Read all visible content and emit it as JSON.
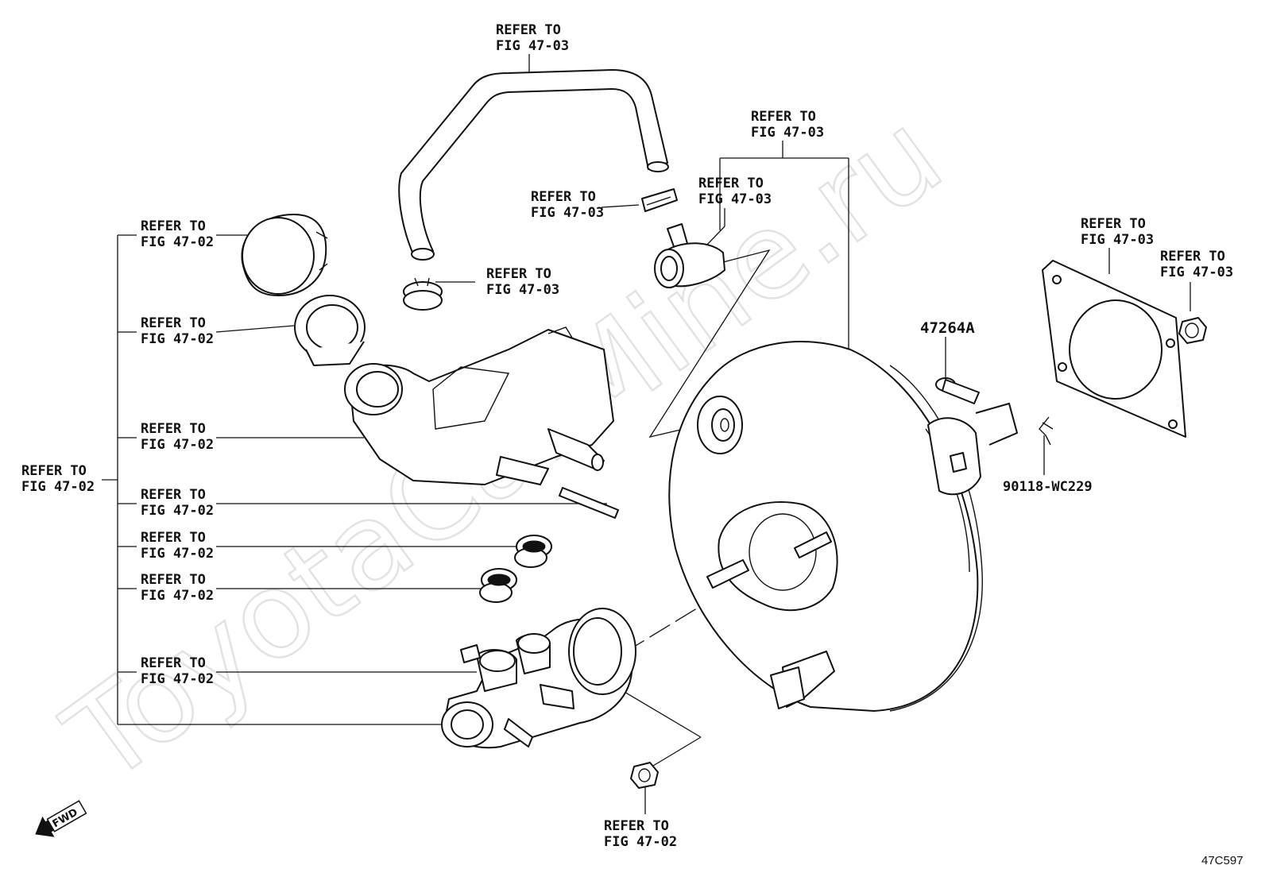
{
  "watermark": "ToyotaCarMine.ru",
  "figure_id": "47C597",
  "fwd_label": "FWD",
  "callouts": {
    "hose_top": {
      "line1": "REFER TO",
      "line2": "FIG 47-03"
    },
    "clip": {
      "line1": "REFER TO",
      "line2": "FIG 47-03"
    },
    "valve": {
      "line1": "REFER TO",
      "line2": "FIG 47-03"
    },
    "clamp": {
      "line1": "REFER TO",
      "line2": "FIG 47-03"
    },
    "booster_top": {
      "line1": "REFER TO",
      "line2": "FIG 47-03"
    },
    "gasket": {
      "line1": "REFER TO",
      "line2": "FIG 47-03"
    },
    "nut_right": {
      "line1": "REFER TO",
      "line2": "FIG 47-03"
    },
    "cap": {
      "line1": "REFER TO",
      "line2": "FIG 47-02"
    },
    "strainer": {
      "line1": "REFER TO",
      "line2": "FIG 47-02"
    },
    "reservoir": {
      "line1": "REFER TO",
      "line2": "FIG 47-02"
    },
    "pin": {
      "line1": "REFER TO",
      "line2": "FIG 47-02"
    },
    "grommet1": {
      "line1": "REFER TO",
      "line2": "FIG 47-02"
    },
    "grommet2": {
      "line1": "REFER TO",
      "line2": "FIG 47-02"
    },
    "master_cyl_part": {
      "line1": "REFER TO",
      "line2": "FIG 47-02"
    },
    "master_assy": {
      "line1": "REFER TO",
      "line2": "FIG 47-02"
    },
    "nut_bottom": {
      "line1": "REFER TO",
      "line2": "FIG 47-02"
    }
  },
  "part_numbers": {
    "pin_47264A": "47264A",
    "clip_90118": "90118-WC229"
  }
}
